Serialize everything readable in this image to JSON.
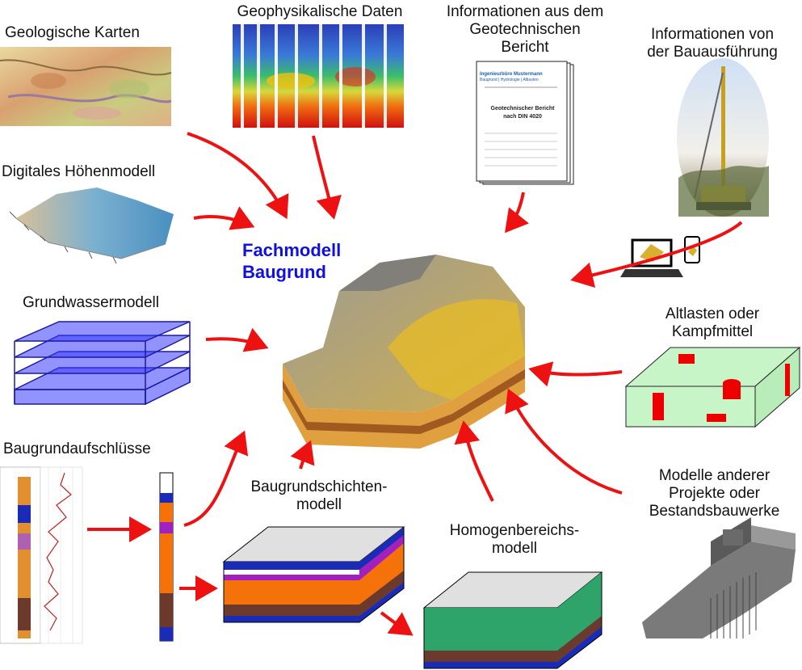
{
  "center": {
    "title_line1": "Fachmodell",
    "title_line2": "Baugrund"
  },
  "sources": {
    "geo_maps": "Geologische Karten",
    "geophysics": "Geophysikalische Daten",
    "report_line1": "Informationen aus dem",
    "report_line2": "Geotechnischen",
    "report_line3": "Bericht",
    "construction_line1": "Informationen von",
    "construction_line2": "der Bauausführung",
    "dem": "Digitales Höhenmodell",
    "groundwater": "Grundwassermodell",
    "contamination_line1": "Altlasten oder",
    "contamination_line2": "Kampfmittel",
    "boreholes": "Baugrundaufschlüsse",
    "layers_line1": "Baugrundschichten-",
    "layers_line2": "modell",
    "homog_line1": "Homogenbereichs-",
    "homog_line2": "modell",
    "other_line1": "Modelle anderer",
    "other_line2": "Projekte oder",
    "other_line3": "Bestandsbauwerke"
  },
  "report_doc": {
    "company": "Ingenieurbüro Mustermann",
    "subline": "Baugrund | Hydrologie | Altlasten",
    "heading1": "Geotechnischer Bericht",
    "heading2": "nach DIN 4020"
  },
  "colors": {
    "arrow": "#ee1111",
    "title": "#1010e0",
    "layer_orange": "#f5720a",
    "layer_brown": "#6b3a2c",
    "layer_blue": "#1a2bb8",
    "layer_purple": "#a020c0",
    "layer_green": "#2ea46a",
    "contamination_box": "#c8f5c8",
    "contamination_red": "#ee0000",
    "water": "#3b3bff"
  }
}
